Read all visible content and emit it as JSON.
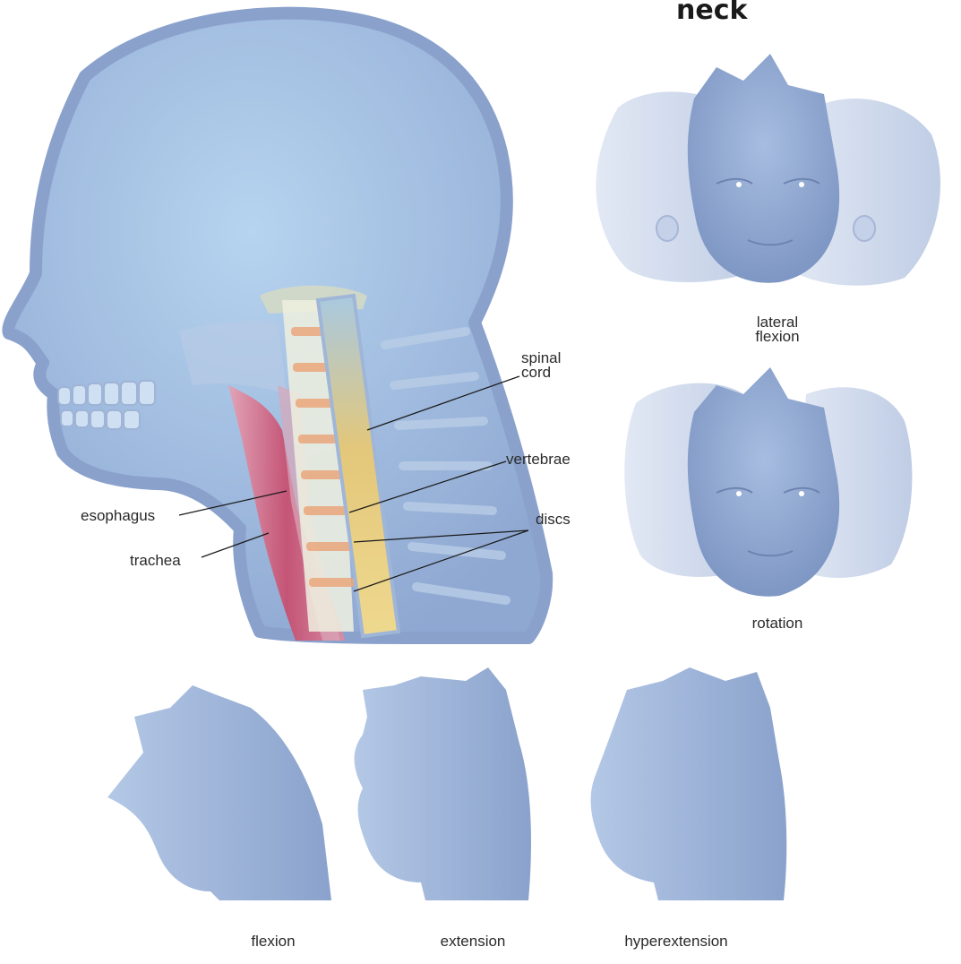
{
  "title": "neck",
  "anatomy_labels": {
    "spinal_cord": [
      "spinal",
      "cord"
    ],
    "vertebrae": "vertebrae",
    "discs": "discs",
    "esophagus": "esophagus",
    "trachea": "trachea"
  },
  "movements": {
    "lateral_flexion": [
      "lateral",
      "flexion"
    ],
    "rotation": "rotation",
    "flexion": "flexion",
    "extension": "extension",
    "hyperextension": "hyperextension"
  },
  "colors": {
    "skin": "#9fb6d8",
    "skin_light": "#c6d4ea",
    "skin_dark": "#7f97c0",
    "spinal_cord": "#e3c77a",
    "vertebra": "#f3eed8",
    "disc": "#eaa77c",
    "trachea": "#c94a6b"
  }
}
